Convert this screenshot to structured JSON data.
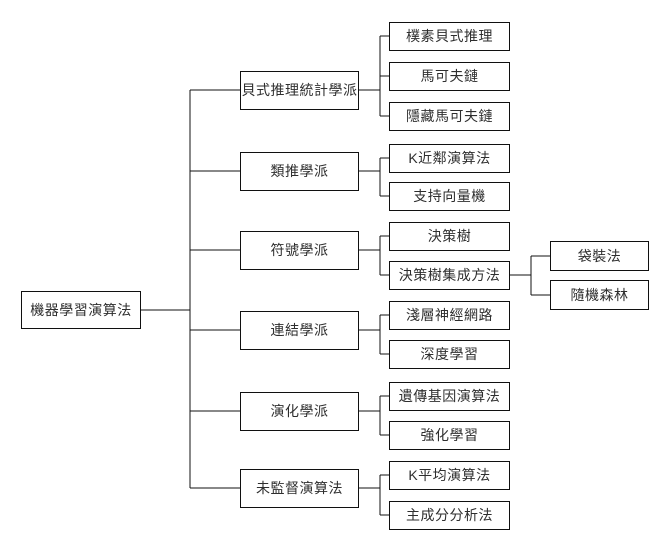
{
  "diagram": {
    "type": "tree-flowchart",
    "background_color": "#ffffff",
    "line_color": "#101010",
    "box_border_color": "#101010",
    "box_fill_color": "#ffffff",
    "text_color": "#2e2e2e",
    "tree": {
      "label": "機器學習演算法",
      "children": [
        {
          "label": "貝式推理統計學派",
          "children": [
            {
              "label": "樸素貝式推理"
            },
            {
              "label": "馬可夫鏈"
            },
            {
              "label": "隱藏馬可夫鏈"
            }
          ]
        },
        {
          "label": "類推學派",
          "children": [
            {
              "label": "K近鄰演算法"
            },
            {
              "label": "支持向量機"
            }
          ]
        },
        {
          "label": "符號學派",
          "children": [
            {
              "label": "決策樹"
            },
            {
              "label": "決策樹集成方法",
              "children": [
                {
                  "label": "袋裝法"
                },
                {
                  "label": "隨機森林"
                }
              ]
            }
          ]
        },
        {
          "label": "連結學派",
          "children": [
            {
              "label": "淺層神經網路"
            },
            {
              "label": "深度學習"
            }
          ]
        },
        {
          "label": "演化學派",
          "children": [
            {
              "label": "遺傳基因演算法"
            },
            {
              "label": "強化學習"
            }
          ]
        },
        {
          "label": "未監督演算法",
          "children": [
            {
              "label": "K平均演算法"
            },
            {
              "label": "主成分分析法"
            }
          ]
        }
      ]
    }
  }
}
